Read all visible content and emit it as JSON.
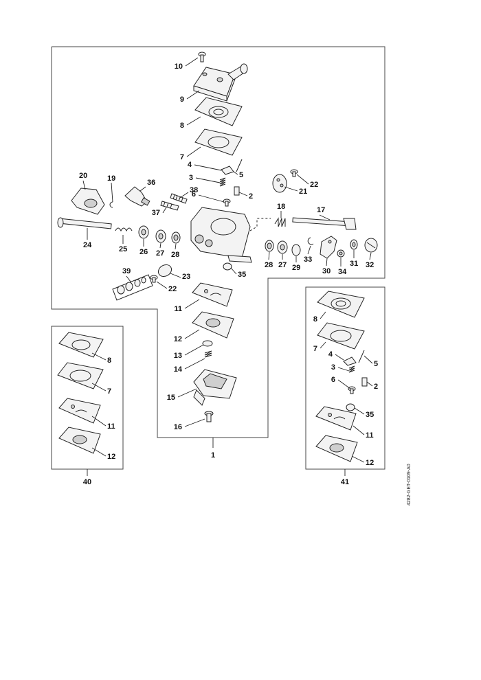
{
  "drawing_code": "4282-GET-0109-A0",
  "assemblies": {
    "main": "1",
    "left_kit": "40",
    "right_kit": "41"
  },
  "callouts": [
    "10",
    "9",
    "8",
    "7",
    "4",
    "5",
    "3",
    "2",
    "6",
    "22",
    "21",
    "20",
    "19",
    "36",
    "38",
    "37",
    "18",
    "17",
    "24",
    "25",
    "26",
    "27",
    "28",
    "28",
    "27",
    "29",
    "33",
    "30",
    "34",
    "31",
    "32",
    "35",
    "39",
    "22",
    "23",
    "11",
    "12",
    "13",
    "14",
    "15",
    "16",
    "8",
    "7",
    "11",
    "12",
    "8",
    "7",
    "4",
    "5",
    "3",
    "6",
    "2",
    "35",
    "11",
    "12"
  ]
}
